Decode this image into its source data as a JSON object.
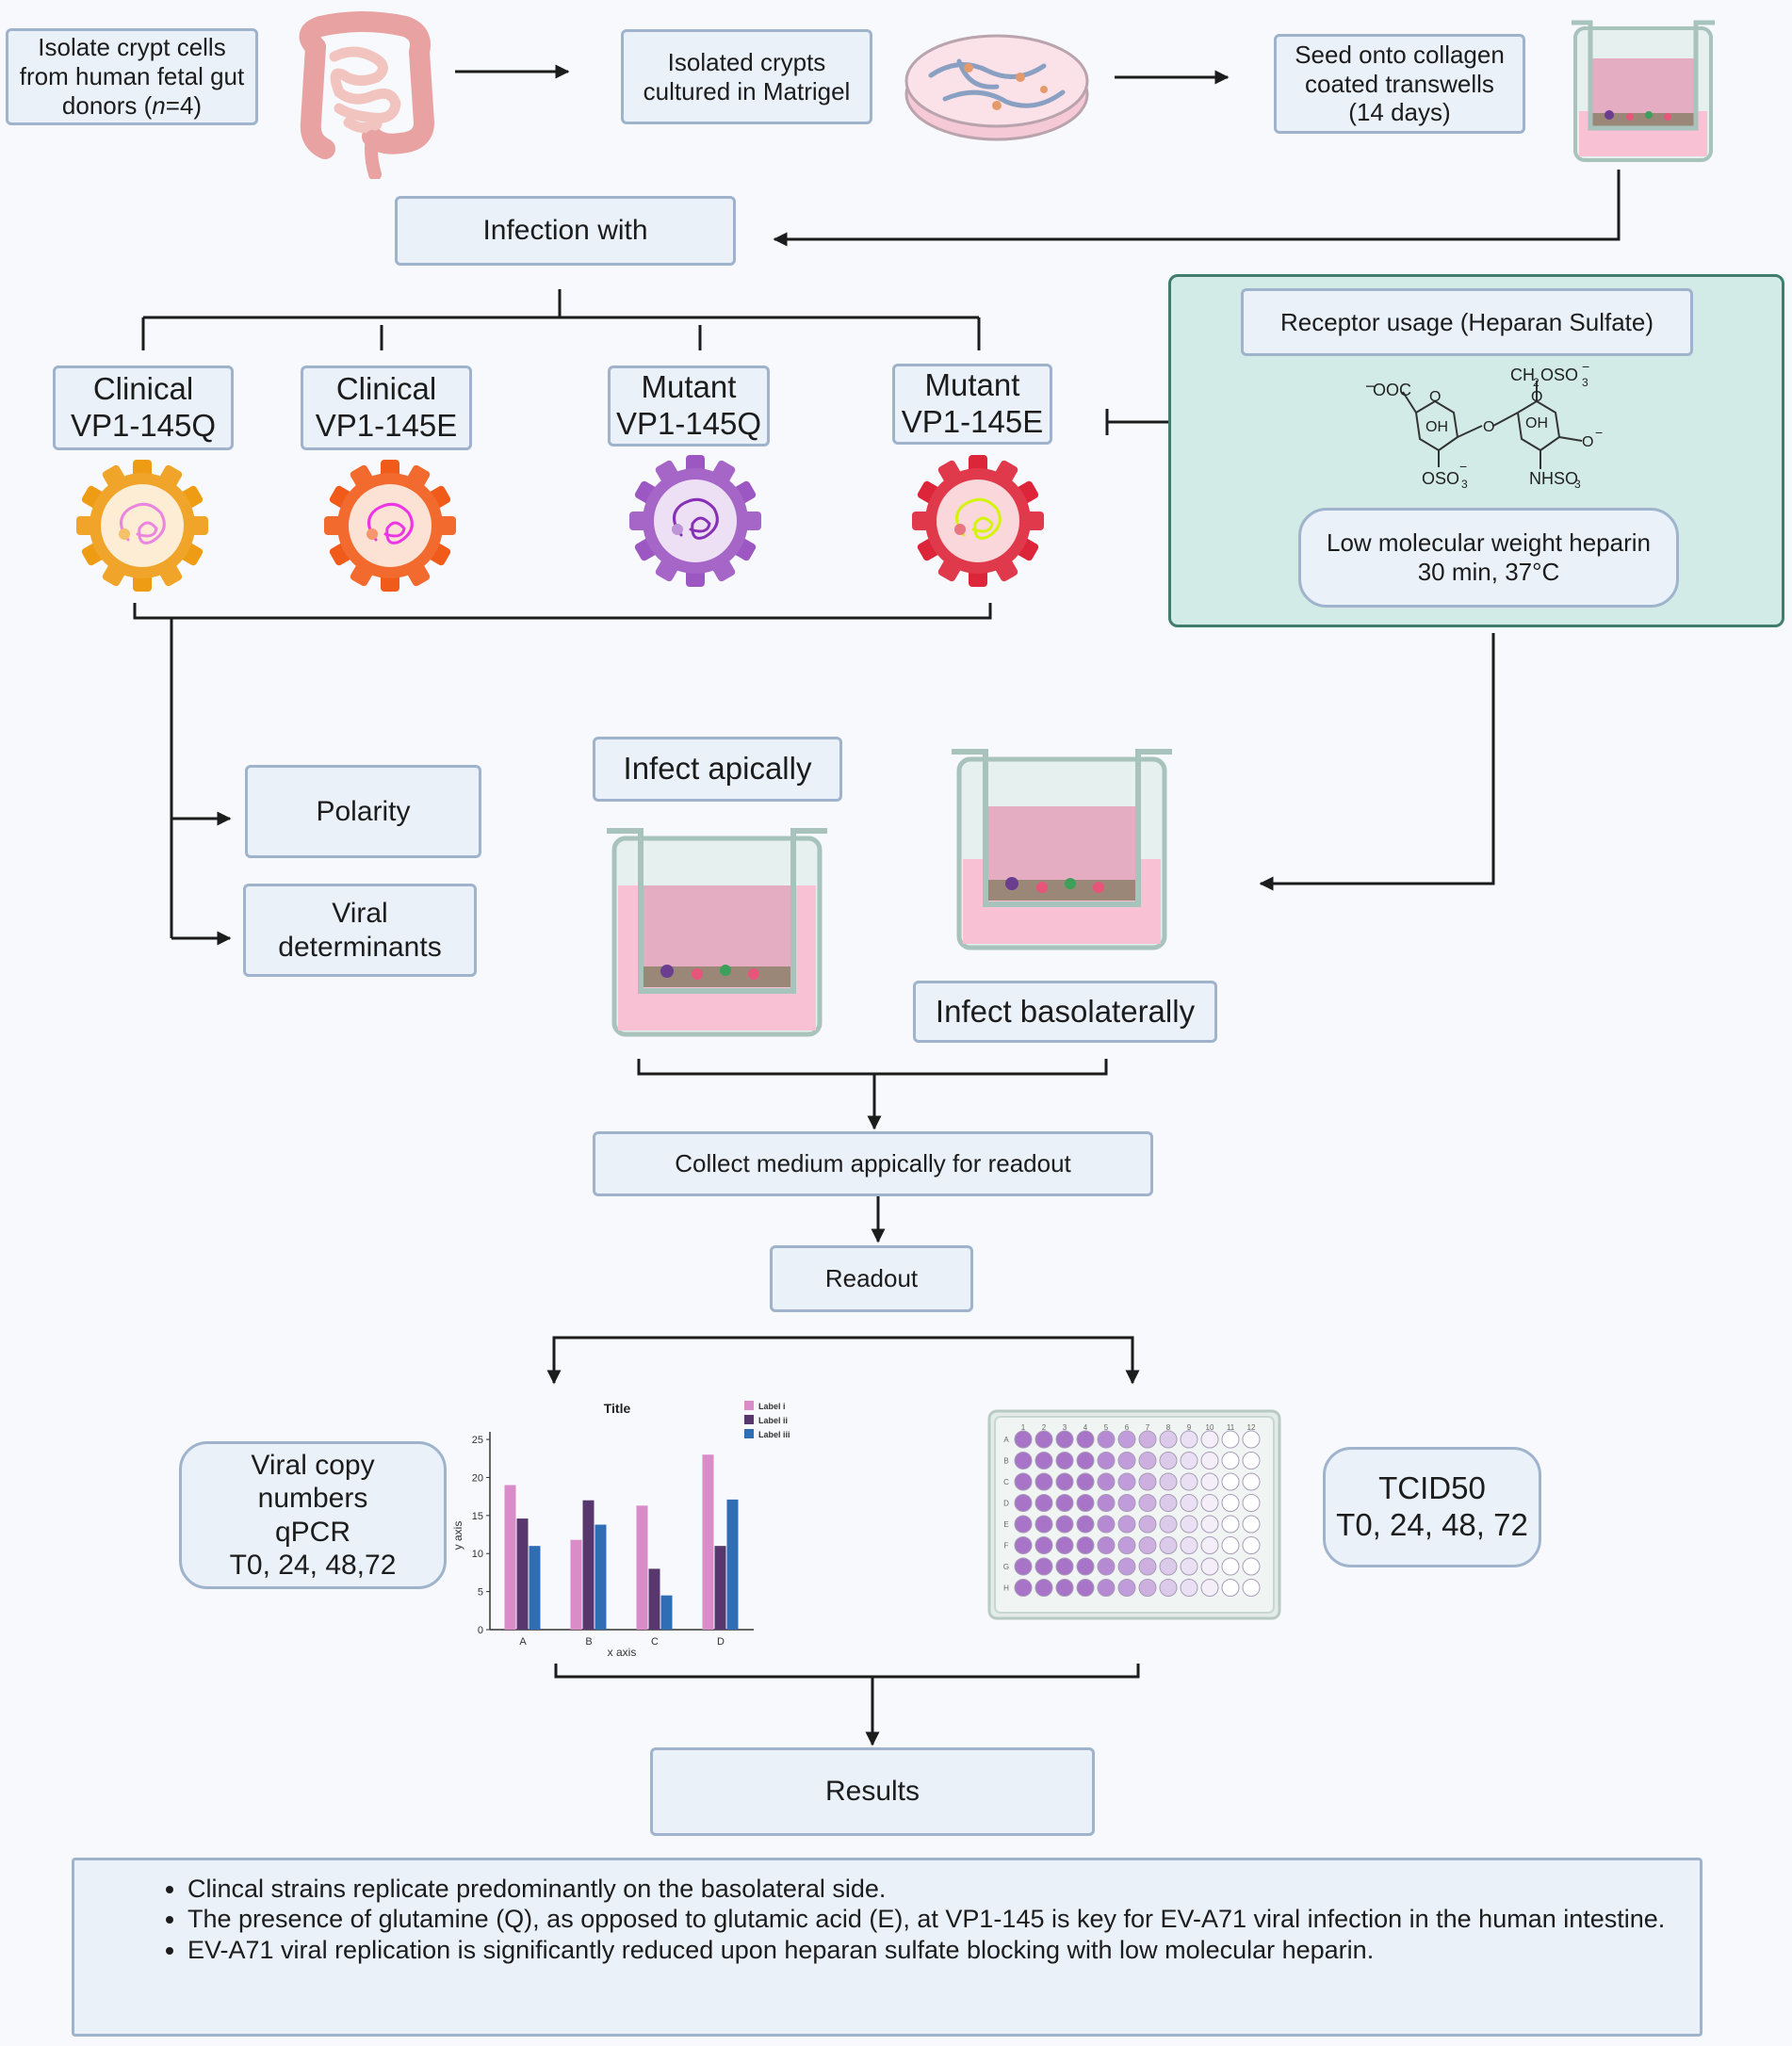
{
  "steps": {
    "isolate": [
      "Isolate crypt cells",
      "from human fetal gut",
      "donors (",
      "n",
      "=4)"
    ],
    "matrigel": [
      "Isolated crypts",
      "cultured in Matrigel"
    ],
    "seed": [
      "Seed onto collagen",
      "coated transwells",
      "(14 days)"
    ],
    "infection": "Infection with",
    "polarity": "Polarity",
    "determinants": [
      "Viral",
      "determinants"
    ],
    "infect_apical": "Infect apically",
    "infect_basolateral": "Infect basolaterally",
    "collect": "Collect medium appically for readout",
    "readout": "Readout",
    "results": "Results"
  },
  "strains": [
    {
      "lines": [
        "Clinical",
        "VP1-145Q"
      ],
      "color": "#f0a52a"
    },
    {
      "lines": [
        "Clinical",
        "VP1-145E"
      ],
      "color": "#f26a2e"
    },
    {
      "lines": [
        "Mutant",
        "VP1-145Q"
      ],
      "color": "#a566c8"
    },
    {
      "lines": [
        "Mutant",
        "VP1-145E"
      ],
      "color": "#e0394c"
    }
  ],
  "heparan": {
    "receptor": "Receptor usage (Heparan Sulfate)",
    "heparin": [
      "Low molecular weight heparin",
      "30 min, 37°C"
    ],
    "chem": {
      "coo": "OOC",
      "coo_charge": "−",
      "ch2": "CH",
      "ch2_sub": "2",
      "oso3_top": "OSO",
      "sub3": "3",
      "minus": "−",
      "ring_o": "O",
      "oh": "OH",
      "oso3_bottom": "OSO",
      "nhso3": "NHSO"
    }
  },
  "readouts": {
    "qpcr": [
      "Viral copy",
      "numbers",
      "qPCR",
      "T0, 24, 48,72"
    ],
    "tcid": [
      "TCID50",
      "T0, 24, 48, 72"
    ]
  },
  "chart_data": {
    "type": "bar",
    "title": "Title",
    "xlabel": "x axis",
    "ylabel": "y axis",
    "categories": [
      "A",
      "B",
      "C",
      "D"
    ],
    "series": [
      {
        "name": "Label i",
        "values": [
          19,
          11.8,
          16.3,
          23
        ],
        "color": "#d98cc8"
      },
      {
        "name": "Label ii",
        "values": [
          14.6,
          17,
          8,
          11
        ],
        "color": "#57376e"
      },
      {
        "name": "Label iii",
        "values": [
          11,
          13.8,
          4.5,
          17.1
        ],
        "color": "#2f6db5"
      }
    ],
    "yticks": [
      0,
      5,
      10,
      15,
      20,
      25
    ],
    "ylim": [
      0,
      26
    ],
    "legend": "top-right"
  },
  "plate": {
    "columns": [
      "1",
      "2",
      "3",
      "4",
      "5",
      "6",
      "7",
      "8",
      "9",
      "10",
      "11",
      "12"
    ],
    "rows": [
      "A",
      "B",
      "C",
      "D",
      "E",
      "F",
      "G",
      "H"
    ],
    "well_colors": [
      "#a774c8",
      "#a774c8",
      "#a774c8",
      "#a774c8",
      "#b58ad3",
      "#c19cda",
      "#cdb0e0",
      "#dccaea",
      "#eae0f3",
      "#f4eef9",
      "#ffffff",
      "#ffffff"
    ]
  },
  "conclusions": [
    "Clincal strains replicate predominantly on the basolateral side.",
    "The presence of glutamine (Q), as opposed to glutamic acid (E), at VP1-145 is key for EV-A71 viral infection in the human intestine.",
    "EV-A71 viral replication is significantly reduced upon heparan sulfate blocking with low molecular heparin."
  ]
}
